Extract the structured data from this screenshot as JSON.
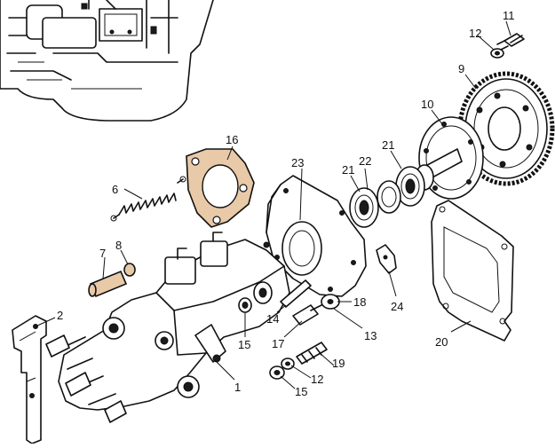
{
  "diagram": {
    "callouts": [
      {
        "id": "c1",
        "label": "1"
      },
      {
        "id": "c2",
        "label": "2"
      },
      {
        "id": "c6",
        "label": "6"
      },
      {
        "id": "c7",
        "label": "7"
      },
      {
        "id": "c8",
        "label": "8"
      },
      {
        "id": "c9",
        "label": "9"
      },
      {
        "id": "c10",
        "label": "10"
      },
      {
        "id": "c11",
        "label": "11"
      },
      {
        "id": "c12a",
        "label": "12"
      },
      {
        "id": "c12b",
        "label": "12"
      },
      {
        "id": "c13",
        "label": "13"
      },
      {
        "id": "c14",
        "label": "14"
      },
      {
        "id": "c15a",
        "label": "15"
      },
      {
        "id": "c15b",
        "label": "15"
      },
      {
        "id": "c16",
        "label": "16"
      },
      {
        "id": "c17",
        "label": "17"
      },
      {
        "id": "c18",
        "label": "18"
      },
      {
        "id": "c19",
        "label": "19"
      },
      {
        "id": "c20",
        "label": "20"
      },
      {
        "id": "c21a",
        "label": "21"
      },
      {
        "id": "c21b",
        "label": "21"
      },
      {
        "id": "c22",
        "label": "22"
      },
      {
        "id": "c23",
        "label": "23"
      },
      {
        "id": "c24",
        "label": "24"
      }
    ]
  }
}
